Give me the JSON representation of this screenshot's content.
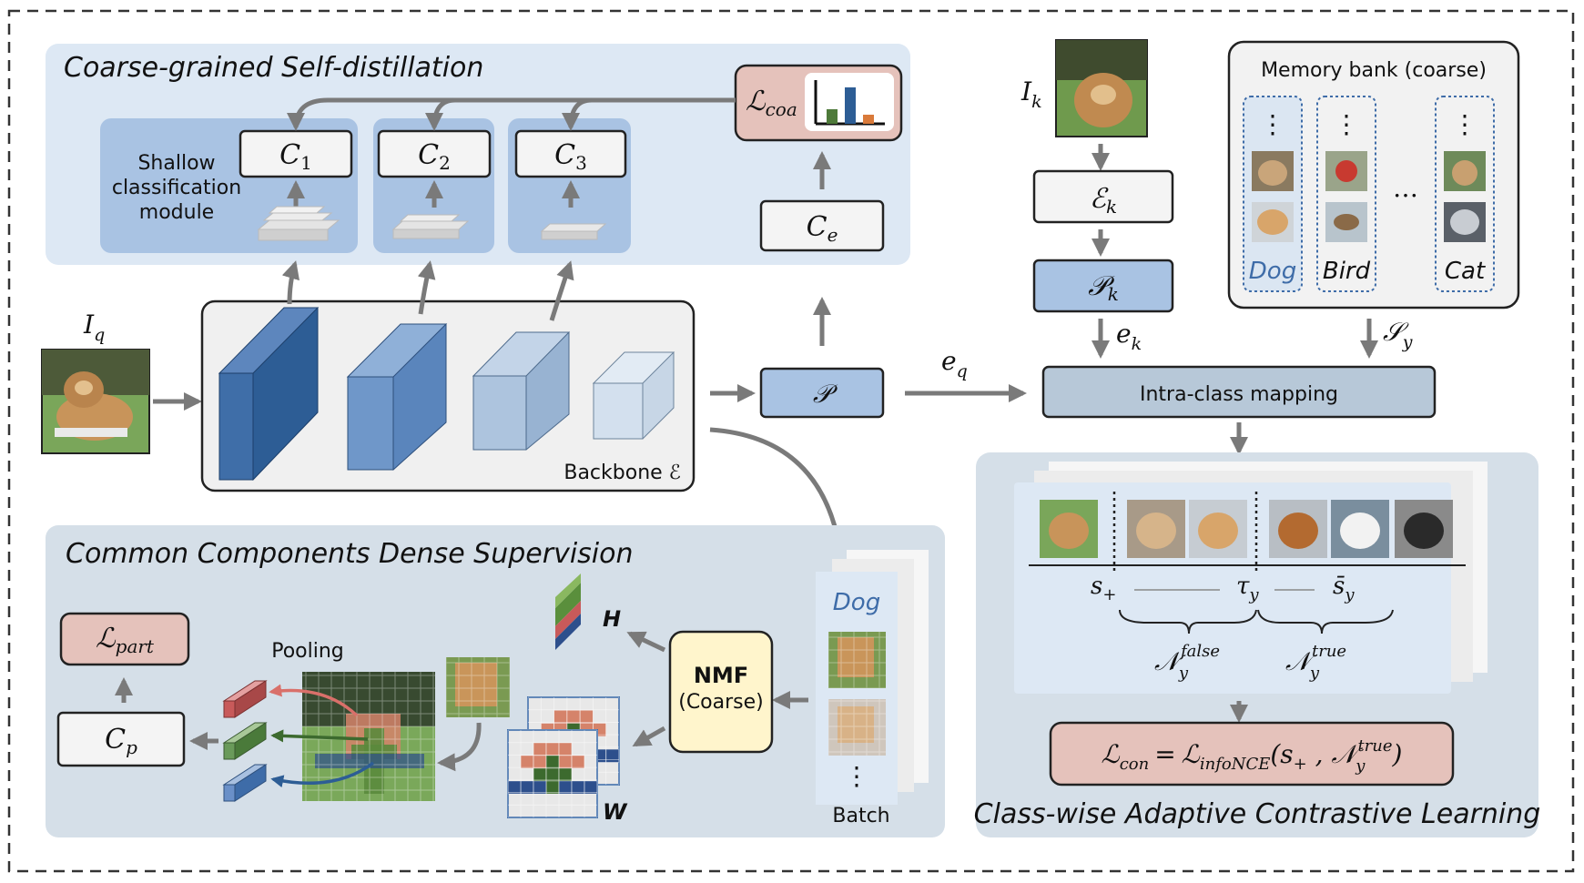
{
  "panels": {
    "coarse_title": "Coarse-grained Self-distillation",
    "shallow_module": [
      "Shallow",
      "classification",
      "module"
    ],
    "common_title": "Common Components Dense Supervision",
    "contrastive_title": "Class-wise Adaptive Contrastive Learning",
    "memory_title": "Memory bank (coarse)"
  },
  "nodes": {
    "c1": "C",
    "c1_sub": "1",
    "c2": "C",
    "c2_sub": "2",
    "c3": "C",
    "c3_sub": "3",
    "ce": "C",
    "ce_sub": "e",
    "l_coa": "ℒ",
    "l_coa_sub": "coa",
    "backbone": "Backbone ℰ",
    "p": "𝒫",
    "ek_box": "ℰ",
    "ek_box_sub": "k",
    "pk_box": "𝒫",
    "pk_box_sub": "k",
    "intra": "Intra-class mapping",
    "nmf": "NMF",
    "nmf_sub": "(Coarse)",
    "cp": "C",
    "cp_sub": "p",
    "l_part": "ℒ",
    "l_part_sub": "part",
    "pooling": "Pooling",
    "batch": "Batch",
    "batch_class": "Dog",
    "h": "H",
    "w": "W"
  },
  "arrows": {
    "iq": "I",
    "iq_sub": "q",
    "ik": "I",
    "ik_sub": "k",
    "eq": "e",
    "eq_sub": "q",
    "ek": "e",
    "ek_sub": "k",
    "sy": "𝒮",
    "sy_sub": "y"
  },
  "memory_classes": [
    "Dog",
    "Bird",
    "Cat"
  ],
  "memory_dots": "…",
  "contrastive": {
    "s_plus": "s",
    "s_plus_sub": "+",
    "tau": "τ",
    "tau_sub": "y",
    "s_bar": "s̄",
    "s_bar_sub": "y",
    "n_false": "𝒩",
    "n_false_sub": "y",
    "n_false_sup": "false",
    "n_true": "𝒩",
    "n_true_sub": "y",
    "n_true_sup": "true",
    "loss_lhs": "ℒ",
    "loss_lhs_sub": "con",
    "loss_eq": "=",
    "loss_rhs": "ℒ",
    "loss_rhs_sub": "infoNCE",
    "loss_args_open": "(s",
    "loss_args_plus": "+",
    "loss_args_mid": " , 𝒩",
    "loss_args_sub": "y",
    "loss_args_sup": "true",
    "loss_args_close": ")"
  },
  "colors": {
    "light_blue_panel": "#dde8f4",
    "shallow_blue": "#a9c3e3",
    "grey_panel": "#d5dfe8",
    "pink_loss": "#e5c2bb",
    "nmf_yellow": "#fff5cc",
    "blue_box": "#a9c3e3",
    "intra_box": "#b7c8d8",
    "dark_blue": "#3e6ca8"
  }
}
